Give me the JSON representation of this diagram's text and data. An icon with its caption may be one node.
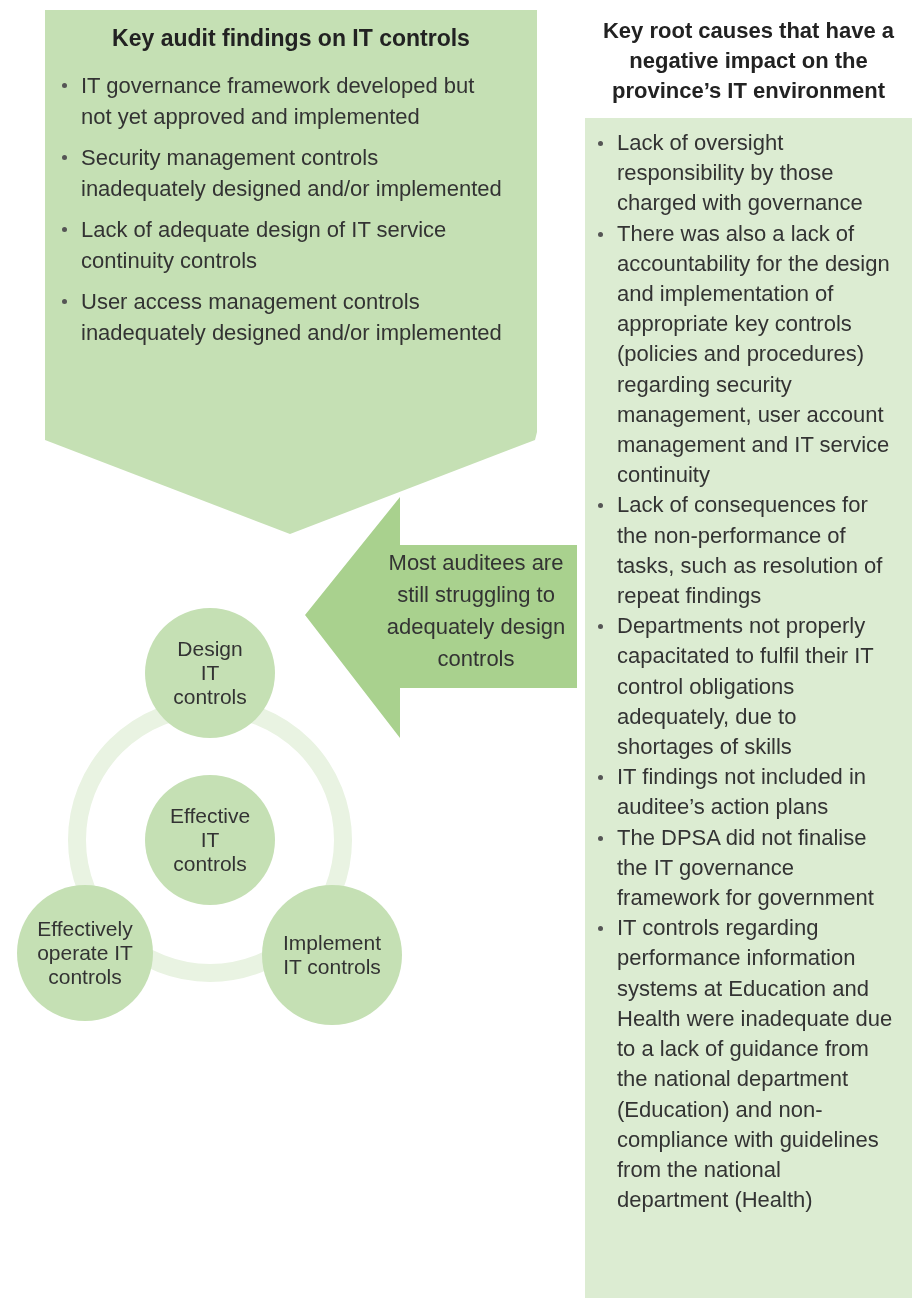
{
  "diagram": {
    "nodes": [
      {
        "text": [
          "Key audit findings on IT controls",
          "IT governance framework developed but not yet approved and implemented",
          "Security management controls inadequately designed and/or implemented",
          "Lack of adequate design of IT service continuity controls",
          "User access management controls inadequately designed and/or implemented"
        ]
      },
      {
        "text": [
          "Most auditees are still struggling to adequately design controls"
        ]
      },
      {
        "text": [
          "Design IT controls"
        ]
      },
      {
        "text": [
          "Effective IT controls"
        ]
      },
      {
        "text": [
          "Effectively operate IT controls"
        ]
      },
      {
        "text": [
          "Implement IT controls"
        ]
      },
      {
        "text": [
          "Key root causes that have a negative impact on the province’s IT environment",
          "Lack of oversight responsibility by those charged with governance",
          "There was also a  lack of accountability for the design and implementation of appropriate key controls (policies and procedures) regarding security management, user account management and IT service continuity",
          "Lack of consequences for the non-performance of tasks, such as resolution of repeat findings",
          "Departments not properly capacitated to fulfil their IT control obligations adequately, due to shortages of skills",
          "IT findings not included in auditee’s action plans",
          "The DPSA did not finalise the IT governance framework for government",
          "IT controls regarding performance information systems at Education and Health were inadequate due to a lack of guidance from the national department (Education) and non-compliance with guidelines from the national department (Health)"
        ]
      }
    ],
    "edges": []
  }
}
